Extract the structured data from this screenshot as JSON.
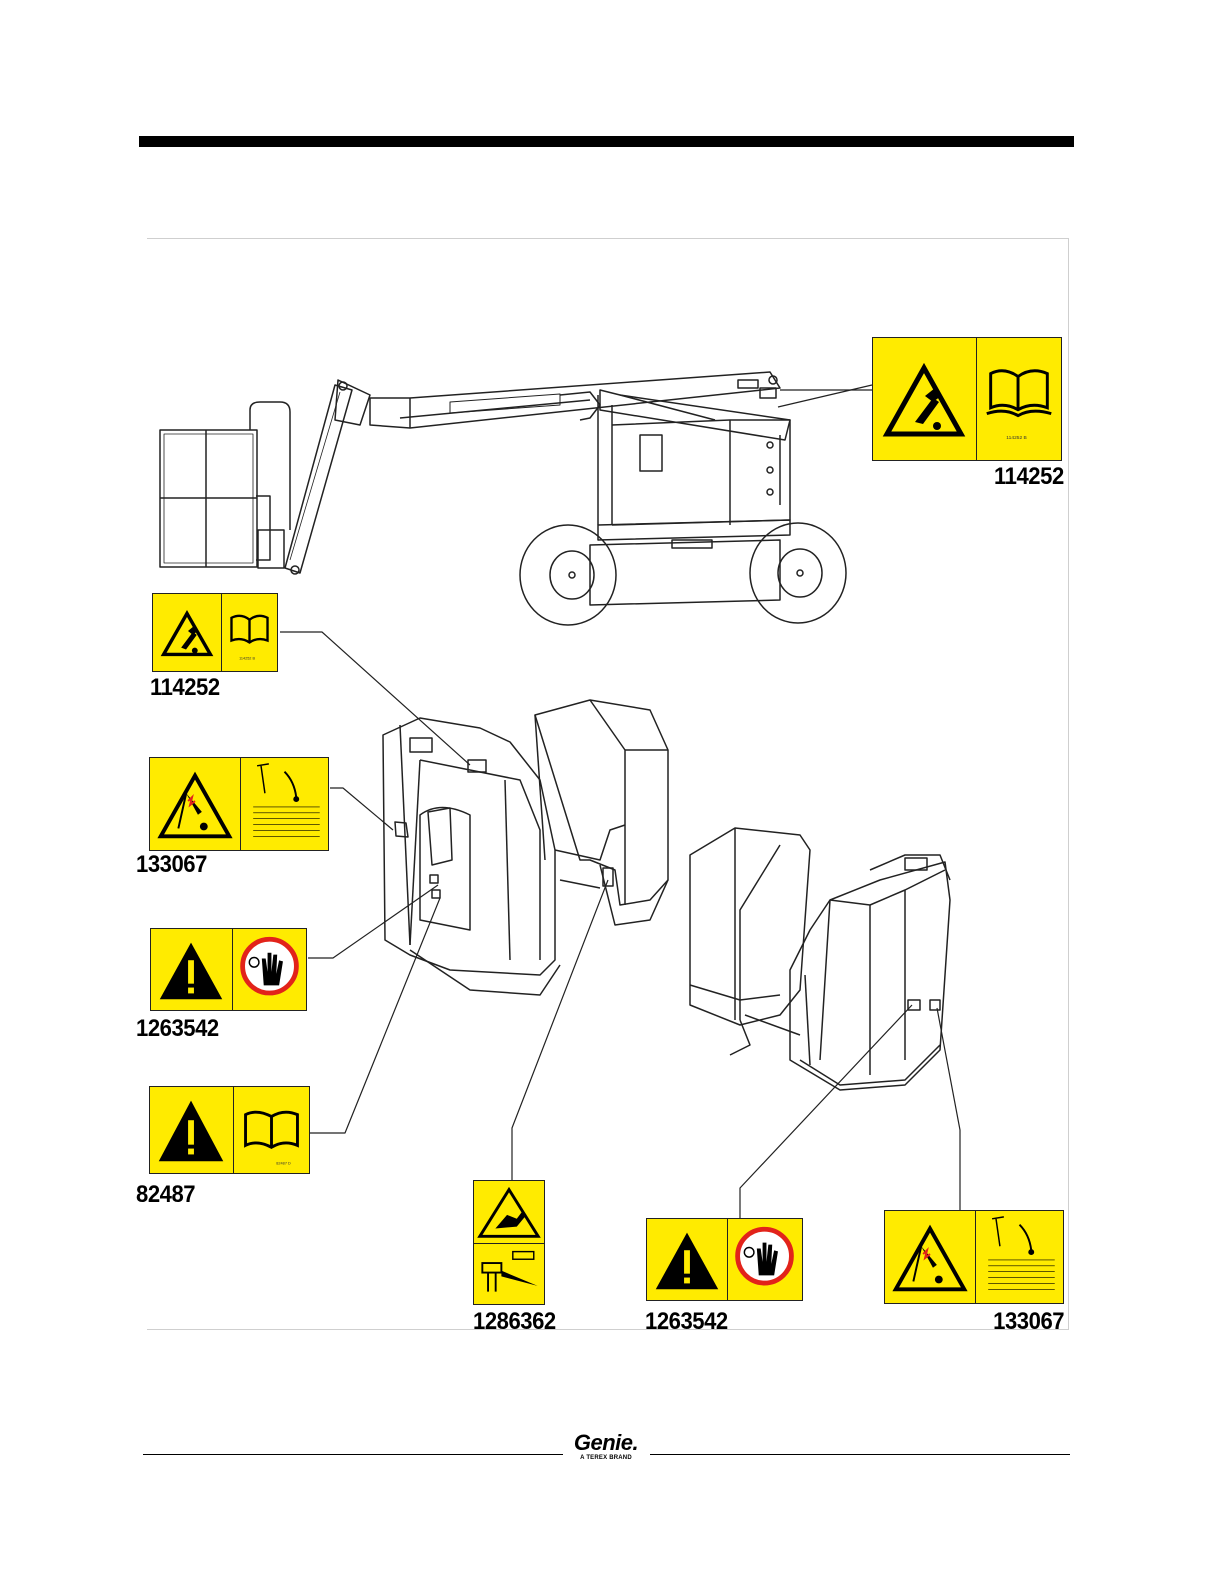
{
  "decals": [
    {
      "id": "decal-114252-top",
      "part_number": "114252",
      "icons": [
        "tip-over-warning-icon",
        "manual-book-icon"
      ]
    },
    {
      "id": "decal-114252-left",
      "part_number": "114252",
      "icons": [
        "tip-over-warning-icon",
        "manual-book-icon"
      ]
    },
    {
      "id": "decal-133067-left",
      "part_number": "133067",
      "icons": [
        "electrocution-warning-icon",
        "clearance-table-icon"
      ]
    },
    {
      "id": "decal-1263542-left",
      "part_number": "1263542",
      "icons": [
        "warning-exclamation-icon",
        "no-touch-hand-icon"
      ]
    },
    {
      "id": "decal-82487",
      "part_number": "82487",
      "icons": [
        "warning-exclamation-icon",
        "manual-book-icon"
      ]
    },
    {
      "id": "decal-1286362",
      "part_number": "1286362",
      "icons": [
        "crush-hazard-icon",
        "platform-hazard-icon"
      ]
    },
    {
      "id": "decal-1263542-bottom",
      "part_number": "1263542",
      "icons": [
        "warning-exclamation-icon",
        "no-touch-hand-icon"
      ]
    },
    {
      "id": "decal-133067-bottom",
      "part_number": "133067",
      "icons": [
        "electrocution-warning-icon",
        "clearance-table-icon"
      ]
    }
  ],
  "footer": {
    "brand": "Genie.",
    "tagline": "A TEREX BRAND"
  },
  "colors": {
    "decal_yellow": "#ffeb00",
    "no_touch_red": "#e2231a",
    "ink": "#000000"
  }
}
